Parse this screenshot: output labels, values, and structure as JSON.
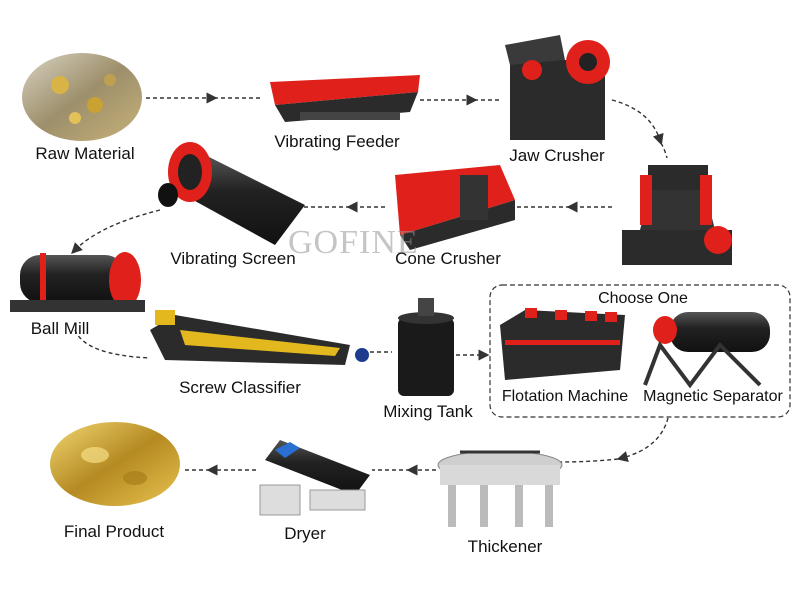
{
  "watermark": "GOFINE",
  "colors": {
    "accent": "#e0201a",
    "machine_dark": "#2b2b2b",
    "gold": "#c9a233",
    "arrow": "#333333"
  },
  "steps": {
    "raw_material": "Raw Material",
    "vibrating_feeder": "Vibrating Feeder",
    "jaw_crusher": "Jaw Crusher",
    "vibrating_screen": "Vibrating Screen",
    "cone_crusher": "Cone Crusher",
    "ball_mill": "Ball Mill",
    "screw_classifier": "Screw Classifier",
    "mixing_tank": "Mixing Tank",
    "flotation_machine": "Flotation Machine",
    "magnetic_separator": "Magnetic Separator",
    "thickener": "Thickener",
    "dryer": "Dryer",
    "final_product": "Final Product"
  },
  "choose_group": {
    "title": "Choose One"
  }
}
